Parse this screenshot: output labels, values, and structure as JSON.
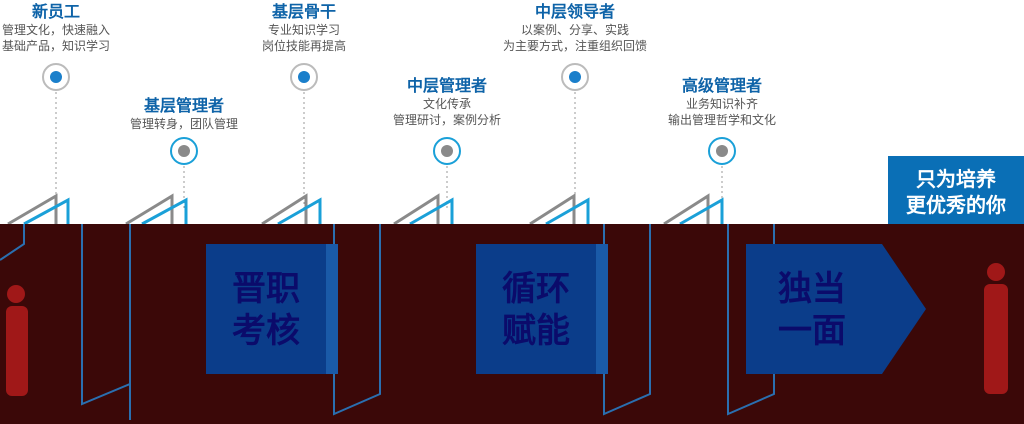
{
  "milestones": [
    {
      "title": "新员工",
      "lines": [
        "管理文化，快速融入",
        "基础产品，知识学习"
      ]
    },
    {
      "title": "基层管理者",
      "lines": [
        "管理转身，团队管理"
      ]
    },
    {
      "title": "基层骨干",
      "lines": [
        "专业知识学习",
        "岗位技能再提高"
      ]
    },
    {
      "title": "中层管理者",
      "lines": [
        "文化传承",
        "管理研讨，案例分析"
      ]
    },
    {
      "title": "中层领导者",
      "lines": [
        "以案例、分享、实践",
        "为主要方式，注重组织回馈"
      ]
    },
    {
      "title": "高级管理者",
      "lines": [
        "业务知识补齐",
        "输出管理哲学和文化"
      ]
    }
  ],
  "callout": {
    "line1": "只为培养",
    "line2": "更优秀的你"
  },
  "blocks": [
    {
      "line1": "晋职",
      "line2": "考核"
    },
    {
      "line1": "循环",
      "line2": "赋能"
    },
    {
      "line1": "独当",
      "line2": "一面"
    }
  ],
  "colors": {
    "blue": "#0e63a8",
    "band": "#3b0808",
    "block": "#0b3d8a",
    "cyan": "#1aa0d8",
    "gray": "#8a8a8a"
  }
}
